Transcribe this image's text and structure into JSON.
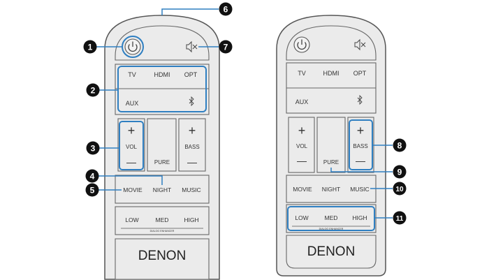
{
  "remote": {
    "tv": "TV",
    "hdmi": "HDMI",
    "opt": "OPT",
    "aux": "AUX",
    "vol": "VOL",
    "pure": "PURE",
    "bass": "BASS",
    "plus": "+",
    "minus": "—",
    "movie": "MOVIE",
    "night": "NIGHT",
    "music": "MUSIC",
    "low": "LOW",
    "med": "MED",
    "high": "HIGH",
    "dialog_enhancer": "DIALOG ENHANCER",
    "brand": "DENON"
  },
  "callouts": {
    "c1": "1",
    "c2": "2",
    "c3": "3",
    "c4": "4",
    "c5": "5",
    "c6": "6",
    "c7": "7",
    "c8": "8",
    "c9": "9",
    "c10": "10",
    "c11": "11"
  },
  "icons": {
    "power": "power-icon",
    "mute": "mute-icon",
    "bluetooth": "bluetooth-icon"
  },
  "colors": {
    "highlight": "#2f7fc1",
    "callout": "#111111",
    "body_fill": "#ebebeb",
    "outline": "#444444"
  }
}
